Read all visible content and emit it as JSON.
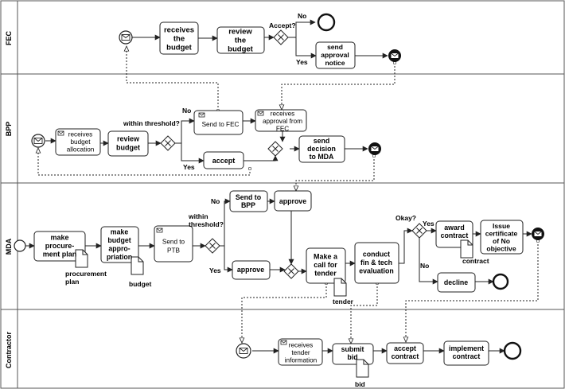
{
  "lanes": [
    {
      "label": "FEC"
    },
    {
      "label": "BPP"
    },
    {
      "label": "MDA"
    },
    {
      "label": "Contractor"
    }
  ],
  "tasks": {
    "fec_receives_budget": [
      "receives",
      "the",
      "budget"
    ],
    "fec_review_budget": [
      "review",
      "the",
      "budget"
    ],
    "fec_send_approval": [
      "send",
      "approval",
      "notice"
    ],
    "bpp_receives_allocation": [
      "receives",
      "budget",
      "allocation"
    ],
    "bpp_review_budget": [
      "review",
      "budget"
    ],
    "bpp_send_to_fec": [
      "Send to FEC"
    ],
    "bpp_receives_approval": [
      "receives",
      "approval from",
      "FEC"
    ],
    "bpp_accept": [
      "accept"
    ],
    "bpp_send_decision": [
      "send",
      "decision",
      "to MDA"
    ],
    "mda_procurement_plan": [
      "make",
      "procure-",
      "ment plan"
    ],
    "mda_budget_appropriation": [
      "make",
      "budget",
      "appro-",
      "priation"
    ],
    "mda_send_to_ptb": [
      "Send to",
      "PTB"
    ],
    "mda_send_to_bpp": [
      "Send to",
      "BPP"
    ],
    "mda_approve_top": [
      "approve"
    ],
    "mda_approve_bottom": [
      "approve"
    ],
    "mda_call_for_tender": [
      "Make a",
      "call for",
      "tender"
    ],
    "mda_evaluation": [
      "conduct",
      "fin & tech",
      "evaluation"
    ],
    "mda_award_contract": [
      "award",
      "contract"
    ],
    "mda_certificate": [
      "Issue",
      "certificate",
      "of No",
      "objective"
    ],
    "mda_decline": [
      "decline"
    ],
    "con_receives_tender": [
      "receives",
      "tender",
      "information"
    ],
    "con_submit_bid": [
      "submit",
      "bid"
    ],
    "con_accept_contract": [
      "accept",
      "contract"
    ],
    "con_implement_contract": [
      "implement",
      "contract"
    ]
  },
  "labels": {
    "fec_accept_q": "Accept?",
    "fec_no": "No",
    "fec_yes": "Yes",
    "bpp_within": "within threshold?",
    "bpp_no": "No",
    "bpp_yes": "Yes",
    "mda_within": [
      "within",
      "threshold?"
    ],
    "mda_no": "No",
    "mda_yes": "Yes",
    "mda_okay": "Okay?",
    "mda_okay_yes": "Yes",
    "mda_okay_no": "No"
  },
  "documents": {
    "procurement_plan": [
      "procurement",
      "plan"
    ],
    "budget": [
      "budget"
    ],
    "tender": [
      "tender"
    ],
    "contract": [
      "contract"
    ],
    "bid": [
      "bid"
    ]
  },
  "colors": {
    "line": "#222222",
    "task_fill": "#ffffff",
    "lane_stroke": "#555555"
  }
}
